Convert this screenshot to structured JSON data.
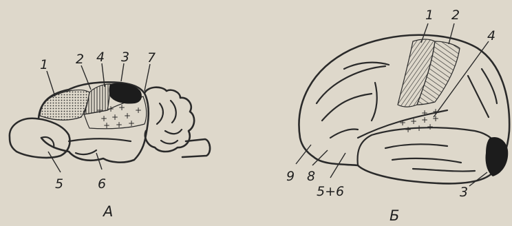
{
  "panels": [
    {
      "caption": "A",
      "labels": [
        "1",
        "2",
        "4",
        "3",
        "7",
        "5",
        "6"
      ]
    },
    {
      "caption": "Б",
      "labels": [
        "1",
        "2",
        "4",
        "9",
        "8",
        "5+6",
        "3"
      ]
    }
  ],
  "colors": {
    "background": "#ded8cb",
    "ink": "#2a2a2a",
    "dark_region": "#1c1c1c"
  }
}
